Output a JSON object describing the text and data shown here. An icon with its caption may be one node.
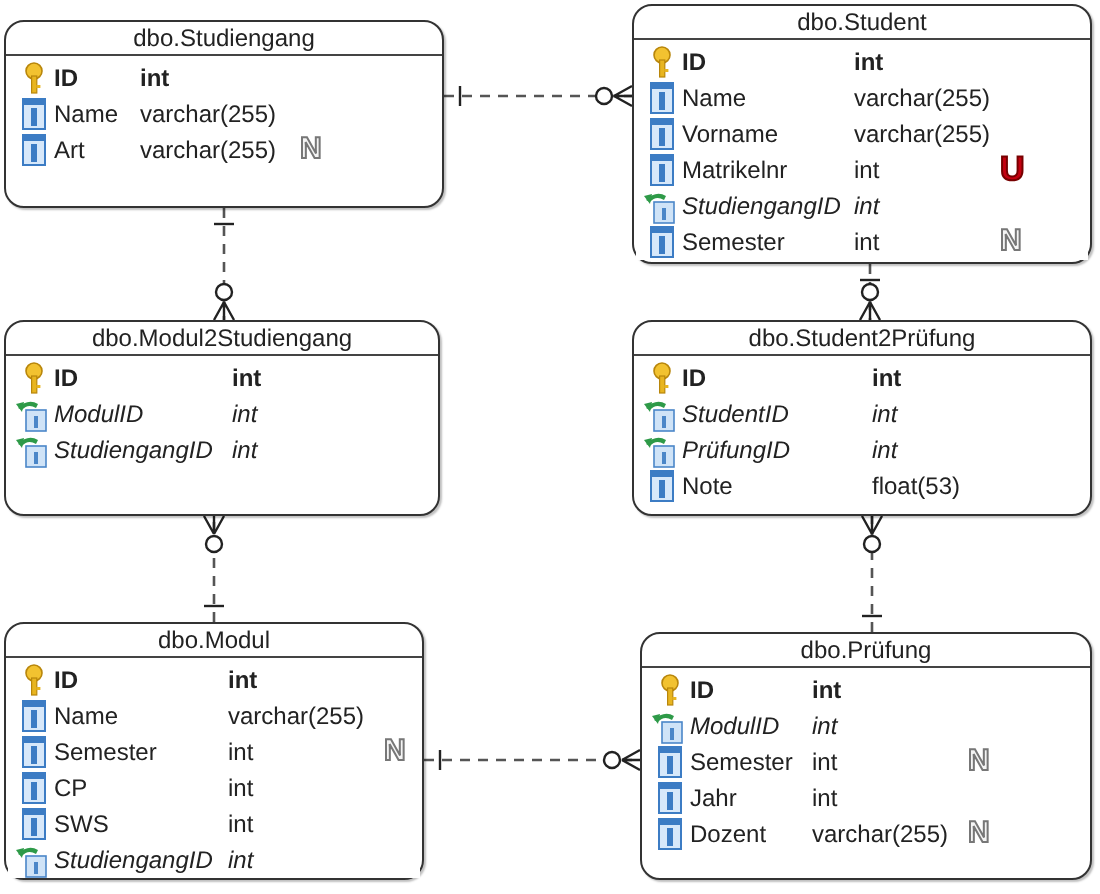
{
  "diagram": {
    "nodes": [
      {
        "text": [
          "dbo.Studiengang"
        ]
      },
      {
        "text": [
          "ID",
          "int"
        ],
        "in": 0
      },
      {
        "text": [
          "Name",
          "varchar(255)"
        ],
        "in": 0
      },
      {
        "text": [
          "Art",
          "varchar(255)",
          "N"
        ],
        "in": 0
      },
      {
        "text": [
          "dbo.Student"
        ]
      },
      {
        "text": [
          "ID",
          "int"
        ],
        "in": 4
      },
      {
        "text": [
          "Name",
          "varchar(255)"
        ],
        "in": 4
      },
      {
        "text": [
          "Vorname",
          "varchar(255)"
        ],
        "in": 4
      },
      {
        "text": [
          "Matrikelnr",
          "int",
          "U"
        ],
        "in": 4
      },
      {
        "text": [
          "StudiengangID",
          "int"
        ],
        "in": 4
      },
      {
        "text": [
          "Semester",
          "int",
          "N"
        ],
        "in": 4
      },
      {
        "text": [
          "dbo.Modul2Studiengang"
        ]
      },
      {
        "text": [
          "ID",
          "int"
        ],
        "in": 11
      },
      {
        "text": [
          "ModulID",
          "int"
        ],
        "in": 11
      },
      {
        "text": [
          "StudiengangID",
          "int"
        ],
        "in": 11
      },
      {
        "text": [
          "dbo.Student2Prüfung"
        ]
      },
      {
        "text": [
          "ID",
          "int"
        ],
        "in": 15
      },
      {
        "text": [
          "StudentID",
          "int"
        ],
        "in": 15
      },
      {
        "text": [
          "PrüfungID",
          "int"
        ],
        "in": 15
      },
      {
        "text": [
          "Note",
          "float(53)"
        ],
        "in": 15
      },
      {
        "text": [
          "dbo.Modul"
        ]
      },
      {
        "text": [
          "ID",
          "int"
        ],
        "in": 20
      },
      {
        "text": [
          "Name",
          "varchar(255)"
        ],
        "in": 20
      },
      {
        "text": [
          "Semester",
          "int",
          "N"
        ],
        "in": 20
      },
      {
        "text": [
          "CP",
          "int"
        ],
        "in": 20
      },
      {
        "text": [
          "SWS",
          "int"
        ],
        "in": 20
      },
      {
        "text": [
          "StudiengangID",
          "int"
        ],
        "in": 20
      },
      {
        "text": [
          "dbo.Prüfung"
        ]
      },
      {
        "text": [
          "ID",
          "int"
        ],
        "in": 27
      },
      {
        "text": [
          "ModulID",
          "int"
        ],
        "in": 27
      },
      {
        "text": [
          "Semester",
          "int",
          "N"
        ],
        "in": 27
      },
      {
        "text": [
          "Jahr",
          "int"
        ],
        "in": 27
      },
      {
        "text": [
          "Dozent",
          "varchar(255)",
          "N"
        ],
        "in": 27
      }
    ],
    "edges": [
      {
        "from": 0,
        "to": 4,
        "arrow": "other",
        "style": "dashed"
      },
      {
        "from": 0,
        "to": 11,
        "arrow": "other",
        "style": "dashed"
      },
      {
        "from": 4,
        "to": 15,
        "arrow": "other",
        "style": "dashed"
      },
      {
        "from": 20,
        "to": 11,
        "arrow": "other",
        "style": "dashed"
      },
      {
        "from": 27,
        "to": 15,
        "arrow": "other",
        "style": "dashed"
      },
      {
        "from": 20,
        "to": 27,
        "arrow": "other",
        "style": "dashed"
      }
    ]
  }
}
